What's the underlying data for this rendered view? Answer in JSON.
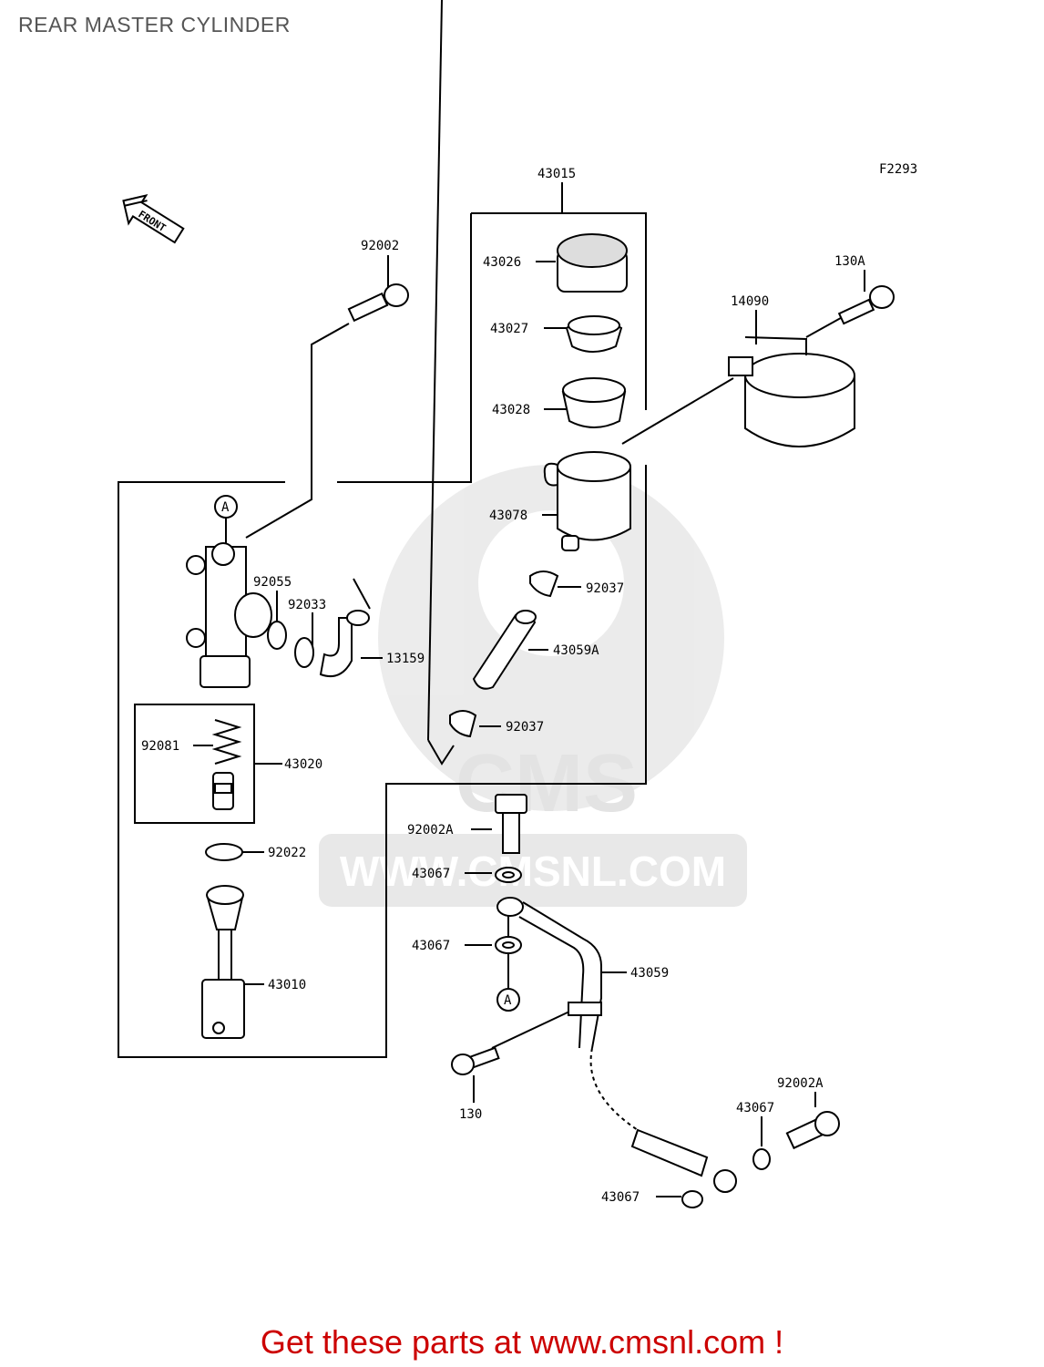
{
  "page": {
    "title": "REAR MASTER CYLINDER",
    "figure_code": "F2293",
    "front_label": "FRONT",
    "watermark_brand": "CMS",
    "watermark_url": "WWW.CMSNL.COM",
    "footer": "Get these parts at www.cmsnl.com !"
  },
  "labels": {
    "p43015": "43015",
    "p92002": "92002",
    "p43026": "43026",
    "p43027": "43027",
    "p43028": "43028",
    "p130A": "130A",
    "p14090": "14090",
    "p43078": "43078",
    "p92037a": "92037",
    "p43059A": "43059A",
    "p92037b": "92037",
    "p92055": "92055",
    "p92033": "92033",
    "p13159": "13159",
    "p92081": "92081",
    "p43020": "43020",
    "p92022": "92022",
    "p43010": "43010",
    "p92002A_a": "92002A",
    "p43067_a": "43067",
    "p43067_b": "43067",
    "p43059": "43059",
    "p130": "130",
    "p92002A_b": "92002A",
    "p43067_c": "43067",
    "p43067_d": "43067",
    "refA_top": "A",
    "refA_bottom": "A"
  }
}
